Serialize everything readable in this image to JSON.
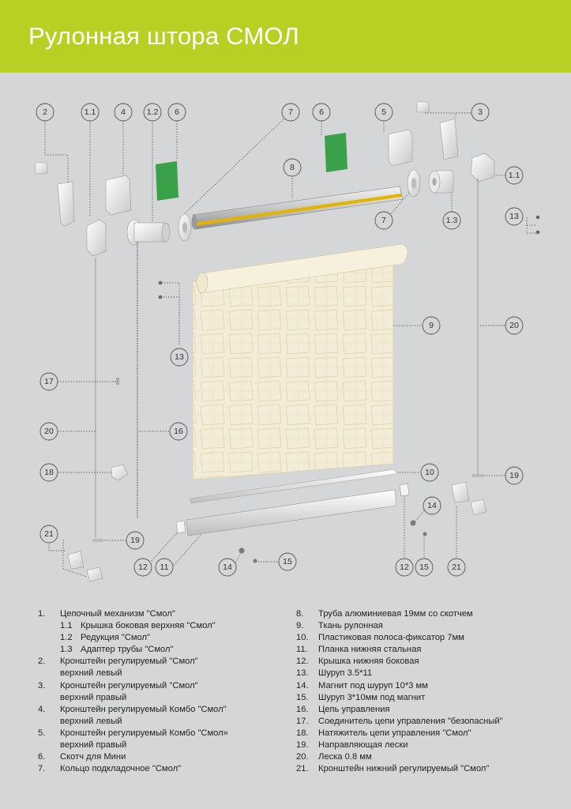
{
  "header": {
    "title": "Рулонная штора СМОЛ",
    "accent_color": "#b8cf24"
  },
  "callouts": {
    "c1_1a": "1.1",
    "c1_1b": "1.1",
    "c1_2": "1.2",
    "c1_3": "1.3",
    "c2": "2",
    "c3": "3",
    "c4": "4",
    "c5": "5",
    "c6a": "6",
    "c6b": "6",
    "c7a": "7",
    "c7b": "7",
    "c8": "8",
    "c9": "9",
    "c10": "10",
    "c11": "11",
    "c12a": "12",
    "c12b": "12",
    "c13a": "13",
    "c13b": "13",
    "c14a": "14",
    "c14b": "14",
    "c15a": "15",
    "c15b": "15",
    "c16": "16",
    "c17": "17",
    "c18": "18",
    "c19a": "19",
    "c19b": "19",
    "c20a": "20",
    "c20b": "20",
    "c21a": "21",
    "c21b": "21"
  },
  "legend": {
    "left": [
      {
        "num": "1.",
        "text": "Цепочный механизм \"Смол\""
      },
      {
        "sub": "1.1",
        "text": "Крышка боковая верхняя \"Смол\""
      },
      {
        "sub": "1.2",
        "text": "Редукция \"Смол\""
      },
      {
        "sub": "1.3",
        "text": "Адаптер трубы \"Смол\""
      },
      {
        "num": "2.",
        "text": "Кронштейн регулируемый \"Смол\""
      },
      {
        "num": "",
        "text": "верхний левый"
      },
      {
        "num": "3.",
        "text": "Кронштейн регулируемый \"Смол\""
      },
      {
        "num": "",
        "text": "верхний правый"
      },
      {
        "num": "4.",
        "text": "Кронштейн регулируемый Комбо \"Смол\""
      },
      {
        "num": "",
        "text": "верхний левый"
      },
      {
        "num": "5.",
        "text": "Кронштейн регулируемый Комбо \"Смол»"
      },
      {
        "num": "",
        "text": " верхний правый"
      },
      {
        "num": "6.",
        "text": "Скотч для Мини"
      },
      {
        "num": "7.",
        "text": "Кольцо подкладочное \"Смол\""
      }
    ],
    "right": [
      {
        "num": "8.",
        "text": "Труба алюминиевая 19мм со скотчем"
      },
      {
        "num": "9.",
        "text": "Ткань рулонная"
      },
      {
        "num": "10.",
        "text": "Пластиковая полоса-фиксатор 7мм"
      },
      {
        "num": "11.",
        "text": "Планка нижняя стальная"
      },
      {
        "num": "12.",
        "text": "Крышка нижняя боковая"
      },
      {
        "num": "13.",
        "text": "Шуруп 3.5*11"
      },
      {
        "num": "14.",
        "text": "Магнит под шуруп 10*3 мм"
      },
      {
        "num": "15.",
        "text": "Шуруп 3*10мм под магнит"
      },
      {
        "num": "16.",
        "text": "Цепь управления"
      },
      {
        "num": "17.",
        "text": "Соединитель цепи управления \"безопасный\""
      },
      {
        "num": "18.",
        "text": "Натяжитель цепи управления \"Смол\""
      },
      {
        "num": "19.",
        "text": "Направляющая лески"
      },
      {
        "num": "20.",
        "text": "Леска 0.8 мм"
      },
      {
        "num": "21.",
        "text": "Кронштейн нижний регулируемый \"Смол\""
      }
    ]
  },
  "colors": {
    "background": "#d5d6d8",
    "tape_green": "#3aa14a",
    "tape_yellow": "#e3b400",
    "fabric": "#f3ecd6"
  }
}
